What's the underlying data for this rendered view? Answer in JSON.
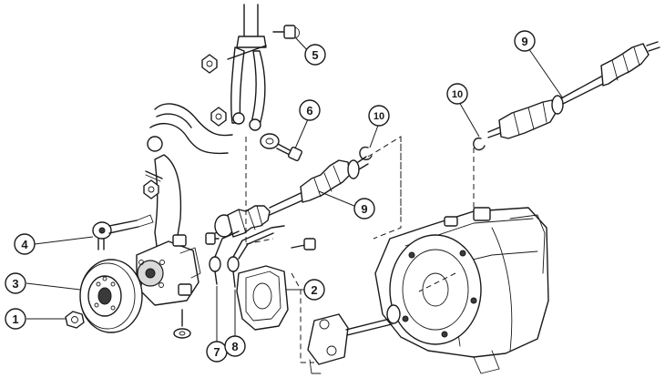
{
  "callouts": [
    {
      "id": "c1",
      "number": "1"
    },
    {
      "id": "c2",
      "number": "2"
    },
    {
      "id": "c3",
      "number": "3"
    },
    {
      "id": "c4",
      "number": "4"
    },
    {
      "id": "c5",
      "number": "5"
    },
    {
      "id": "c6",
      "number": "6"
    },
    {
      "id": "c7",
      "number": "7"
    },
    {
      "id": "c8",
      "number": "8"
    },
    {
      "id": "c9a",
      "number": "9"
    },
    {
      "id": "c9b",
      "number": "9"
    },
    {
      "id": "c10a",
      "number": "10"
    },
    {
      "id": "c10b",
      "number": "10"
    }
  ],
  "colors": {
    "line": "#1a1a1a",
    "background": "#ffffff"
  }
}
